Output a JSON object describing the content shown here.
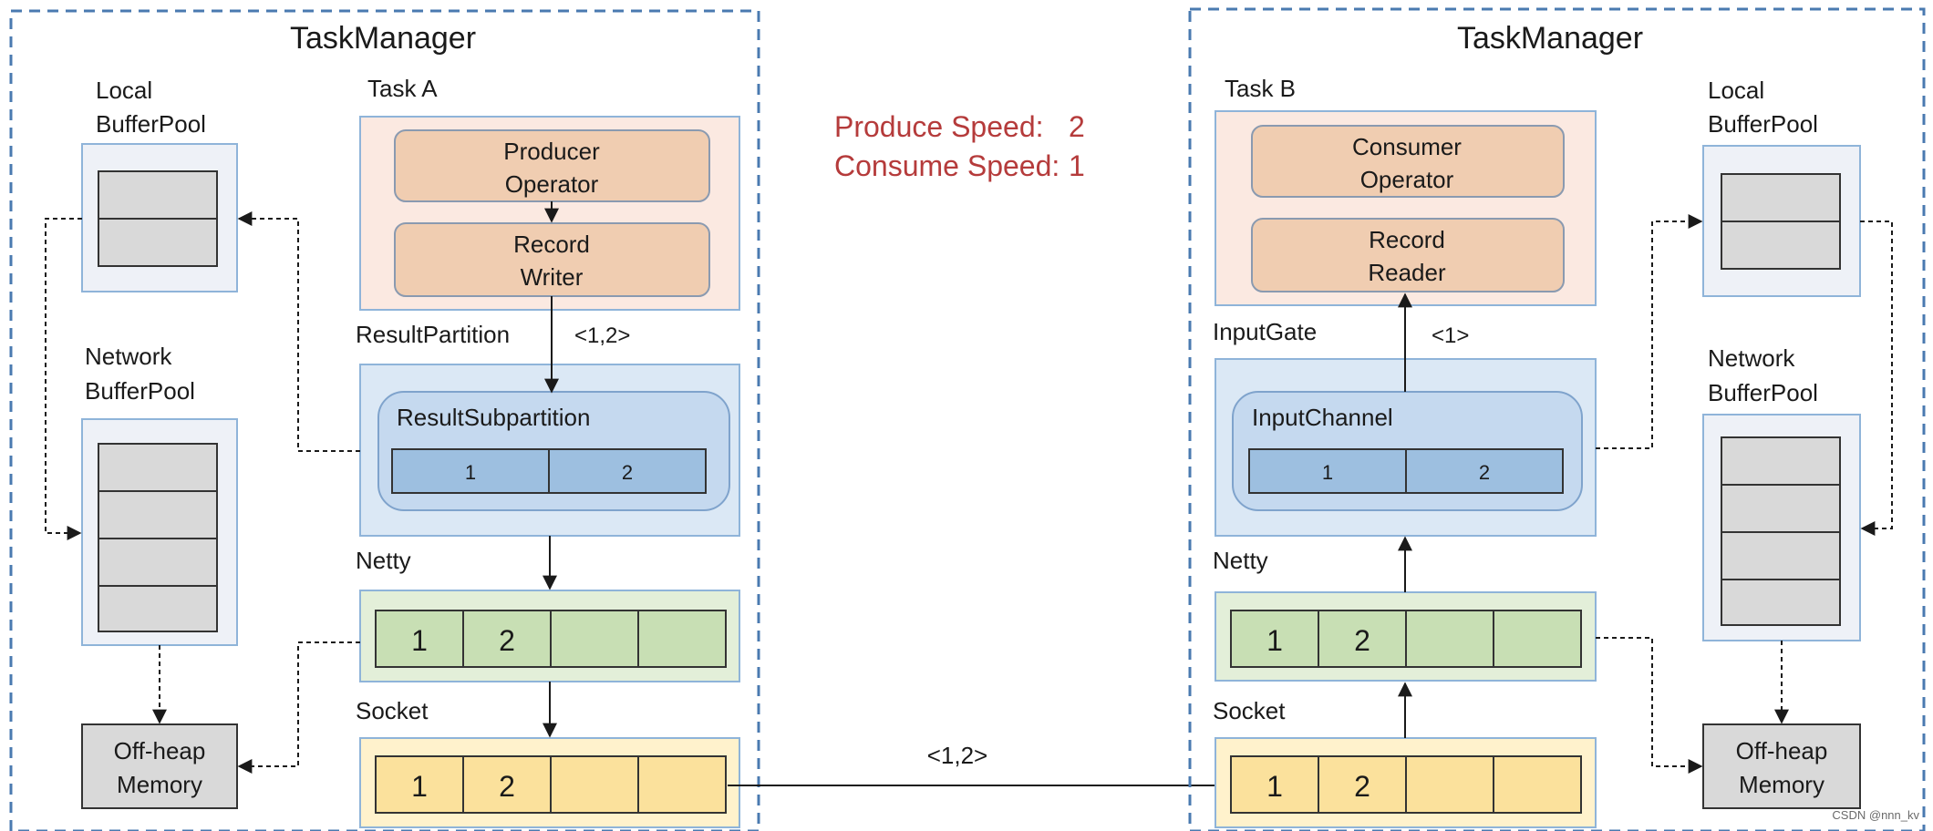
{
  "left": {
    "taskmanager_title": "TaskManager",
    "task_label": "Task A",
    "local_pool_label": [
      "Local",
      "BufferPool"
    ],
    "network_pool_label": [
      "Network",
      "BufferPool"
    ],
    "operator": [
      "Producer",
      "Operator"
    ],
    "record": [
      "Record",
      "Writer"
    ],
    "partition_label": "ResultPartition",
    "partition_tuple": "<1,2>",
    "subpartition_label": "ResultSubpartition",
    "sub_cells": [
      "1",
      "2"
    ],
    "netty_label": "Netty",
    "netty_cells": [
      "1",
      "2",
      "",
      ""
    ],
    "socket_label": "Socket",
    "socket_cells": [
      "1",
      "2",
      "",
      ""
    ],
    "offheap": [
      "Off-heap",
      "Memory"
    ]
  },
  "right": {
    "taskmanager_title": "TaskManager",
    "task_label": "Task B",
    "local_pool_label": [
      "Local",
      "BufferPool"
    ],
    "network_pool_label": [
      "Network",
      "BufferPool"
    ],
    "operator": [
      "Consumer",
      "Operator"
    ],
    "record": [
      "Record",
      "Reader"
    ],
    "gate_label": "InputGate",
    "gate_tuple": "<1>",
    "channel_label": "InputChannel",
    "channel_cells": [
      "1",
      "2"
    ],
    "netty_label": "Netty",
    "netty_cells": [
      "1",
      "2",
      "",
      ""
    ],
    "socket_label": "Socket",
    "socket_cells": [
      "1",
      "2",
      "",
      ""
    ],
    "offheap": [
      "Off-heap",
      "Memory"
    ]
  },
  "speed": {
    "produce_label": "Produce Speed:",
    "produce_value": "2",
    "consume_label": "Consume Speed:",
    "consume_value": "1"
  },
  "transfer_tuple": "<1,2>",
  "watermark": "CSDN @nnn_kv",
  "colors": {
    "dashed_border": "#4a7ab0",
    "task_bg": "#fbe9e1",
    "operator_fill": "#f0cdb1",
    "partition_bg": "#dbe8f5",
    "partition_border": "#8fb4d9",
    "sub_fill": "#c5d9ef",
    "cell_fill": "#9dbfe0",
    "netty_bg": "#e3efd9",
    "netty_cell": "#c8dfb4",
    "socket_bg": "#fff2cc",
    "socket_cell": "#fbe19c",
    "pool_bg": "#eef1f7",
    "gray_cell": "#d9d9d9",
    "speed_text": "#b53b3b"
  }
}
